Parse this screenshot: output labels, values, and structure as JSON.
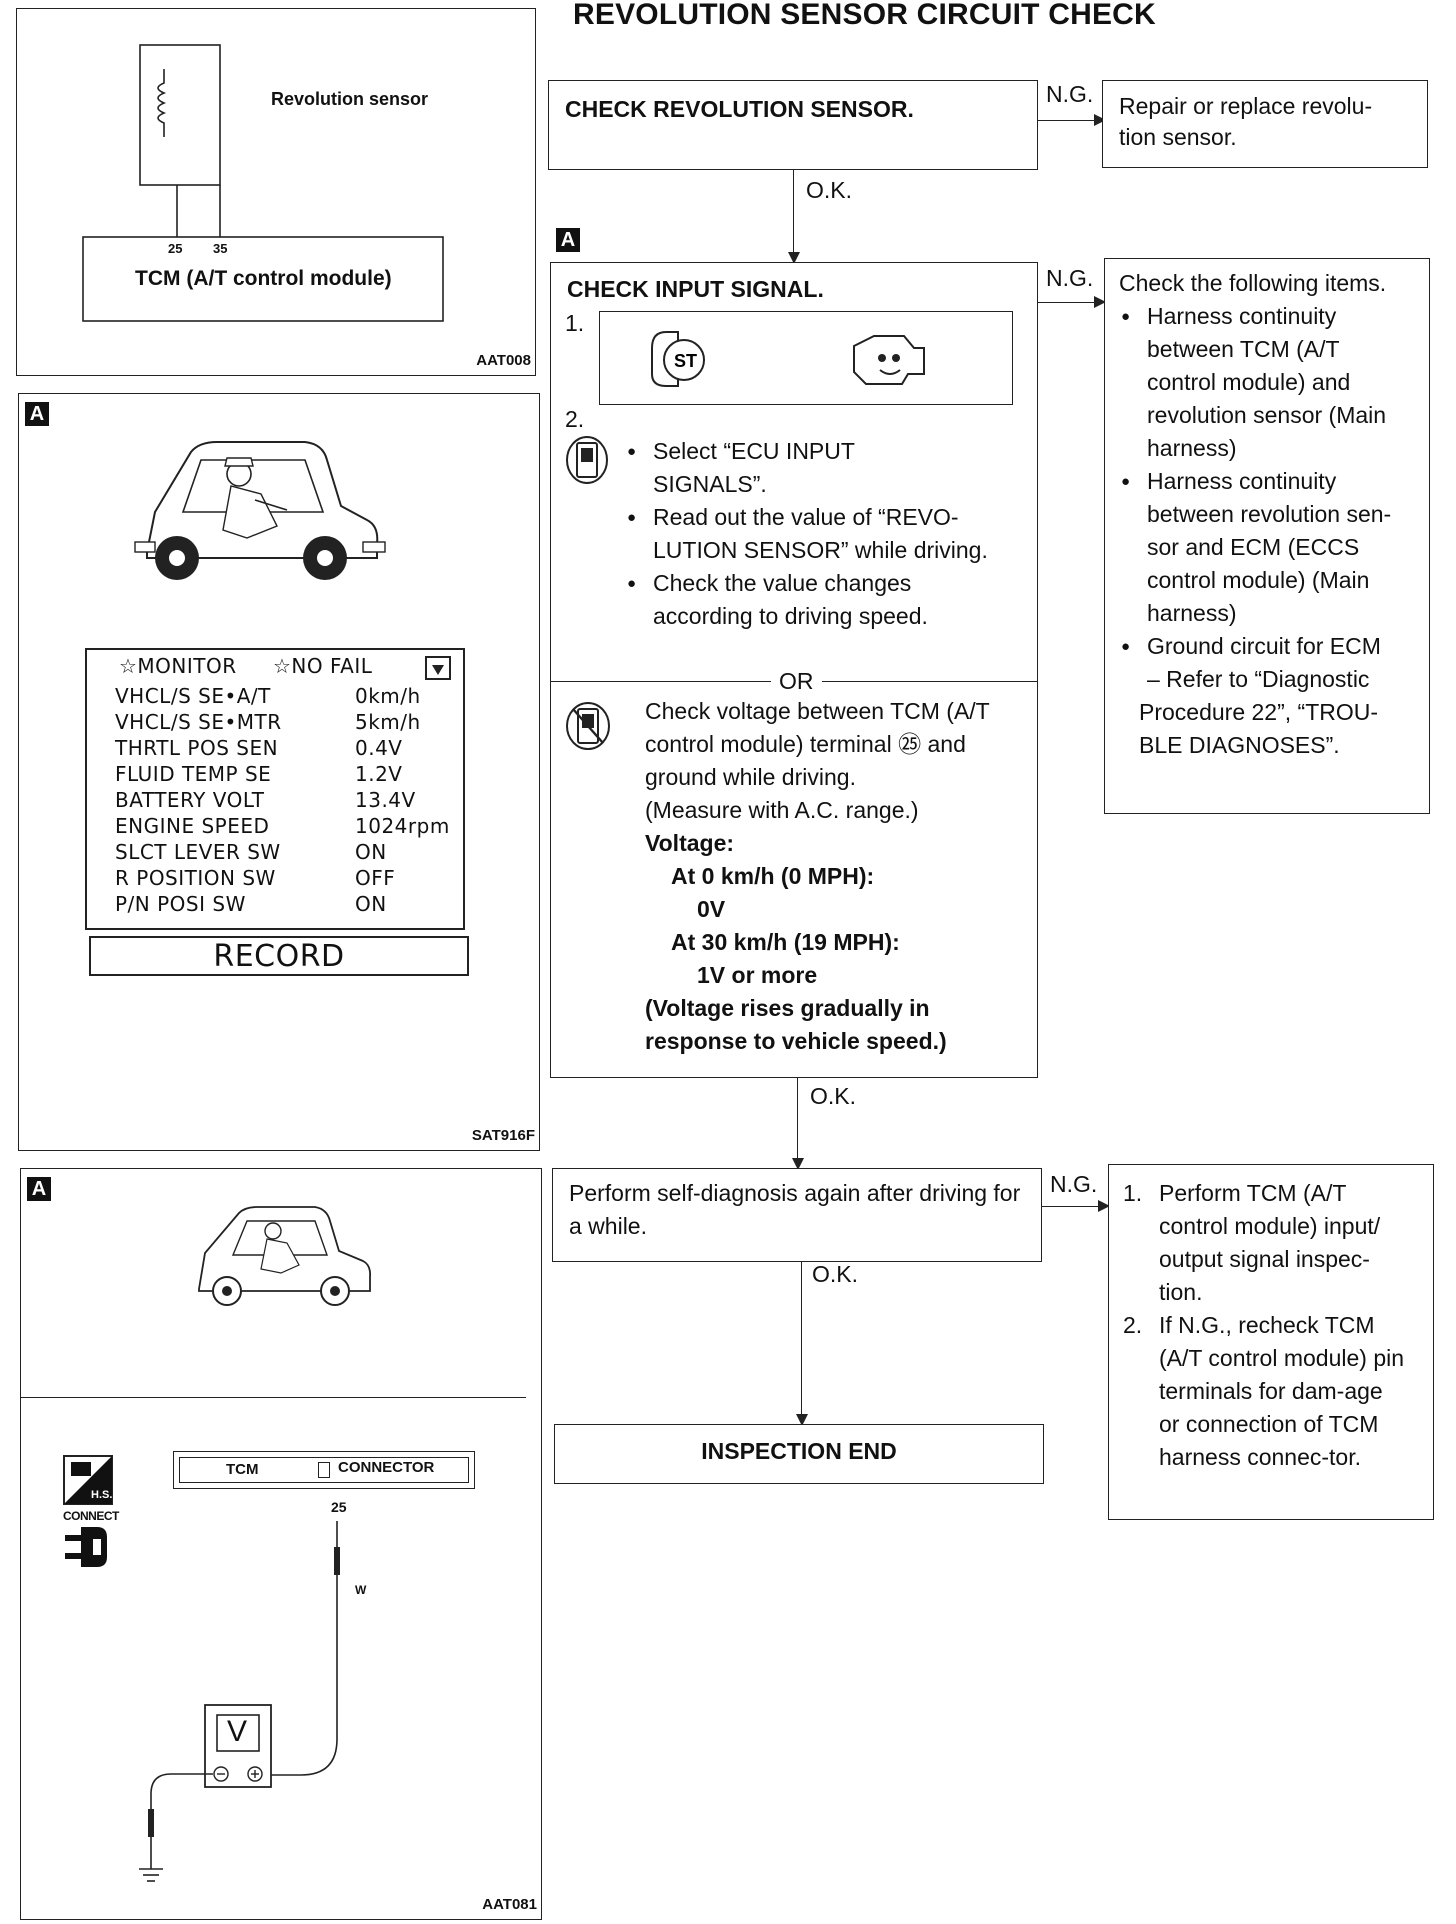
{
  "title": "REVOLUTION SENSOR CIRCUIT CHECK",
  "figures": {
    "fig1": {
      "sensor_label": "Revolution sensor",
      "pin_a": "25",
      "pin_b": "35",
      "module_label": "TCM (A/T control module)",
      "ref": "AAT008"
    },
    "fig2": {
      "badge": "A",
      "monitor": {
        "header_left": "☆MONITOR",
        "header_right": "☆NO FAIL",
        "rows": [
          {
            "k": "VHCL/S SE•A/T",
            "v": "0km/h"
          },
          {
            "k": "VHCL/S SE•MTR",
            "v": "5km/h"
          },
          {
            "k": "THRTL POS SEN",
            "v": "0.4V"
          },
          {
            "k": "FLUID TEMP SE",
            "v": "1.2V"
          },
          {
            "k": "BATTERY VOLT",
            "v": "13.4V"
          },
          {
            "k": "ENGINE SPEED",
            "v": "1024rpm"
          },
          {
            "k": "SLCT LEVER SW",
            "v": "ON"
          },
          {
            "k": "R POSITION SW",
            "v": "OFF"
          },
          {
            "k": "P/N POSI SW",
            "v": "ON"
          }
        ],
        "record": "RECORD"
      },
      "ref": "SAT916F"
    },
    "fig3": {
      "badge": "A",
      "hs_label": "H.S.",
      "connect_label": "CONNECT",
      "tcm": "TCM",
      "connector": "CONNECTOR",
      "pin": "25",
      "wire": "W",
      "meter": "V",
      "ref": "AAT081"
    }
  },
  "flow": {
    "step1": {
      "title": "CHECK REVOLUTION SENSOR."
    },
    "ng1": "N.G.",
    "ng1_text": "Repair or replace revolu-\ntion sensor.",
    "ok1": "O.K.",
    "badge": "A",
    "step2": {
      "title": "CHECK INPUT SIGNAL.",
      "n1": "1.",
      "n2": "2.",
      "bullets": [
        "Select “ECU INPUT SIGNALS”.",
        "Read out the value of “REVO-LUTION SENSOR” while driving.",
        "Check the value changes according to driving speed."
      ],
      "or": "OR",
      "alt_text": "Check voltage between TCM (A/T control module) terminal ㉕ and ground while driving.",
      "alt_note": "(Measure with A.C. range.)",
      "voltage_label": "Voltage:",
      "at0": "At 0 km/h (0 MPH):",
      "v0": "0V",
      "at30": "At 30 km/h (19 MPH):",
      "v30": "1V or more",
      "rises": "(Voltage rises gradually in response to vehicle speed.)"
    },
    "ng2": "N.G.",
    "ng2_box": {
      "intro": "Check the following items.",
      "items": [
        "Harness continuity between TCM (A/T control module) and revolution sensor (Main harness)",
        "Harness continuity between revolution sen-sor and ECM (ECCS control module) (Main harness)",
        "Ground circuit for ECM"
      ],
      "refer": "– Refer to “Diagnostic Procedure 22”, “TROU-BLE DIAGNOSES”."
    },
    "ok2": "O.K.",
    "step3": {
      "text": "Perform self-diagnosis again after driving for a while."
    },
    "ng3": "N.G.",
    "ng3_box": {
      "items": [
        {
          "n": "1.",
          "t": "Perform TCM (A/T control module) input/ output signal inspec-tion."
        },
        {
          "n": "2.",
          "t": "If N.G., recheck TCM (A/T control module) pin terminals for dam-age or connection of TCM harness connec-tor."
        }
      ]
    },
    "ok3": "O.K.",
    "end": "INSPECTION END"
  }
}
